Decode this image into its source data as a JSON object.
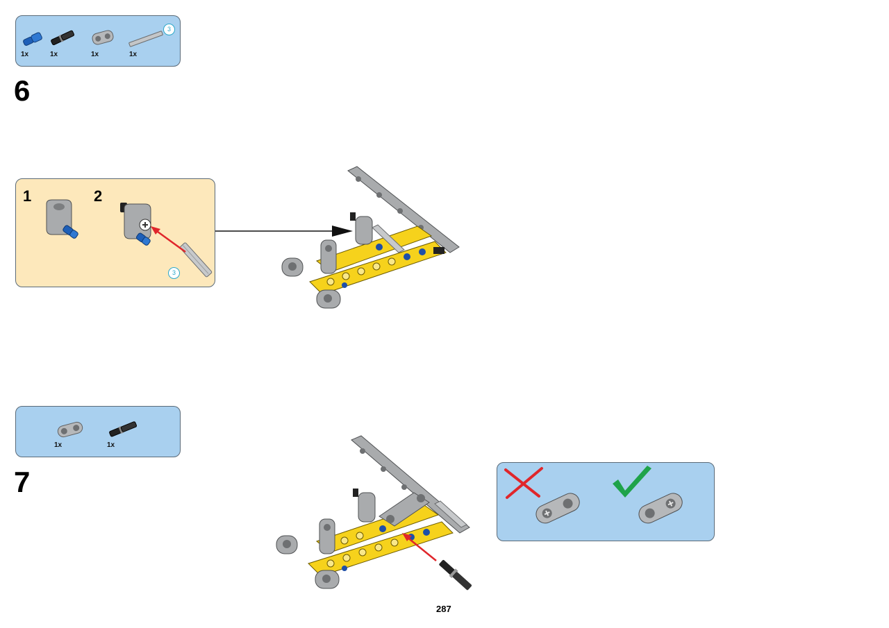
{
  "steps": [
    {
      "number": "6",
      "parts": [
        {
          "icon": "blue-pin-icon",
          "qty": "1x"
        },
        {
          "icon": "black-axle-pin-icon",
          "qty": "1x"
        },
        {
          "icon": "grey-connector-icon",
          "qty": "1x"
        },
        {
          "icon": "grey-axle-icon",
          "qty": "1x",
          "length": "3"
        }
      ],
      "callout": {
        "substeps": [
          "1",
          "2"
        ],
        "axle_length": "3"
      }
    },
    {
      "number": "7",
      "parts": [
        {
          "icon": "grey-cross-connector-icon",
          "qty": "1x"
        },
        {
          "icon": "black-axle-pin-icon",
          "qty": "1x"
        }
      ],
      "hint": {
        "wrong_icon": "red-cross-icon",
        "right_icon": "green-check-icon"
      }
    }
  ],
  "page_number": "287",
  "colors": {
    "panel_blue": "#a9d0ef",
    "panel_cream": "#fde8bb",
    "beam_yellow": "#f6d21c",
    "part_grey": "#a9abad",
    "pin_blue": "#1e5fb8",
    "arrow_red": "#e0262b",
    "check_green": "#1fa34a"
  }
}
